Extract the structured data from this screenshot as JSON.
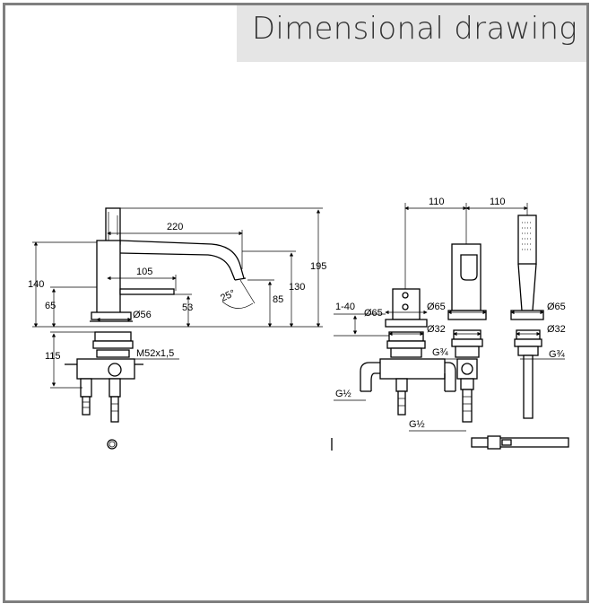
{
  "title": "Dimensional drawing",
  "colors": {
    "frame": "#7f7f7f",
    "title_bg": "#e5e5e5",
    "title_text": "#333333",
    "lines": "#000000"
  },
  "left_view": {
    "dims": {
      "d220": "220",
      "d195": "195",
      "d140": "140",
      "d105": "105",
      "d130": "130",
      "d85": "85",
      "d65": "65",
      "d53": "53",
      "d25": "25°",
      "d56": "Ø56",
      "d115": "115",
      "m52": "M52x1,5"
    }
  },
  "right_view": {
    "dims": {
      "d110a": "110",
      "d110b": "110",
      "r140": "1-40",
      "o65a": "Ø65",
      "o65b": "Ø65",
      "o65c": "Ø65",
      "o32a": "Ø32",
      "o32b": "Ø32",
      "g34a": "G¾",
      "g34b": "G¾",
      "g12a": "G½",
      "g12b": "G½"
    }
  }
}
